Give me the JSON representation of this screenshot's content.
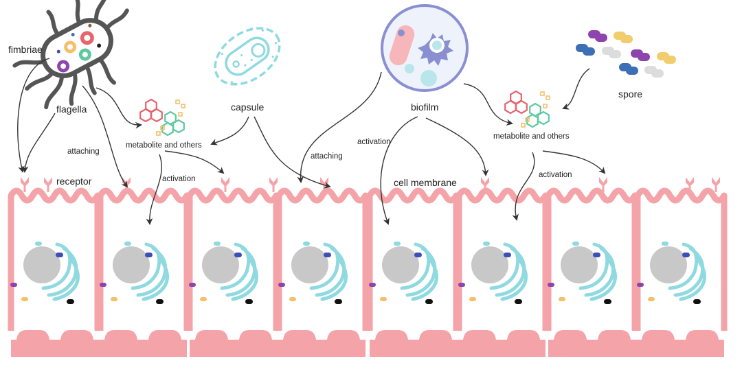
{
  "labels": {
    "fimbriae": "fimbriae",
    "flagella": "flagella",
    "capsule": "capsule",
    "biofilm": "biofilm",
    "spore": "spore",
    "receptor": "receptor",
    "cell_membrane": "cell membrane",
    "metabolite_left": "metabolite and others",
    "metabolite_right": "metabolite and others",
    "attaching_1": "attaching",
    "attaching_2": "attaching",
    "activation_1": "activation",
    "activation_2": "activation",
    "activation_3": "activation"
  },
  "colors": {
    "epithelium": "#f4a3a8",
    "nucleus": "#c8c8c8",
    "er": "#8fd9e0",
    "bacterium_outline": "#555555",
    "capsule_stroke": "#8fd9e0",
    "biofilm_ring": "#8a8fd1",
    "biofilm_fill": "#eef2fb",
    "metabolite_red": "#e8636b",
    "metabolite_green": "#5cc9a0",
    "metabolite_yellow": "#f5c06b",
    "arrow": "#333333",
    "spore_purple": "#8e44ad",
    "spore_yellow": "#f2cd6d",
    "spore_blue": "#3d6fb6",
    "spore_gray": "#dcdcdc"
  },
  "icons": {
    "bacterium": "bacterium-icon",
    "capsule": "capsule-icon",
    "biofilm": "biofilm-icon",
    "spore": "spore-cluster-icon",
    "metabolite": "metabolite-molecule-icon",
    "cell": "epithelial-cell-icon"
  },
  "cells_count": 8
}
